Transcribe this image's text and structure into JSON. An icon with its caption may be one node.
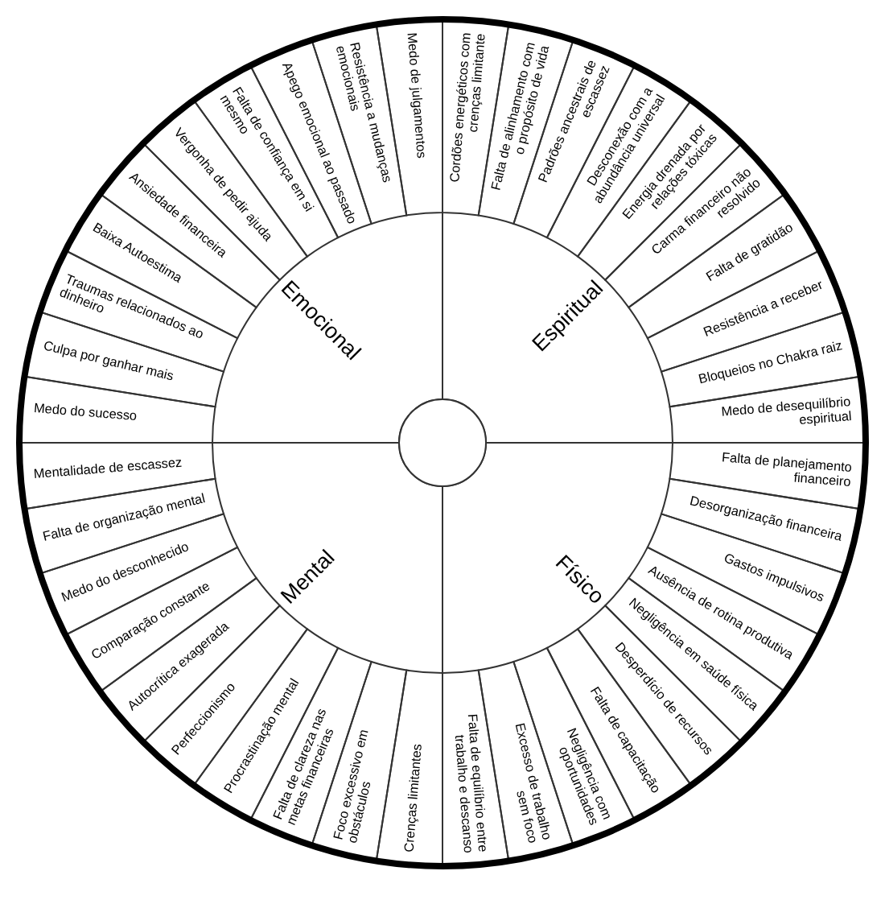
{
  "diagram": {
    "nodes": [
      {
        "text": [
          "Emocional"
        ]
      },
      {
        "text": [
          "Medo do sucesso"
        ],
        "in": 0
      },
      {
        "text": [
          "Culpa por ganhar mais"
        ],
        "in": 0
      },
      {
        "text": [
          "Traumas relacionados ao dinheiro"
        ],
        "in": 0
      },
      {
        "text": [
          "Baixa Autoestima"
        ],
        "in": 0
      },
      {
        "text": [
          "Ansiedade financeira"
        ],
        "in": 0
      },
      {
        "text": [
          "Vergonha de pedir ajuda"
        ],
        "in": 0
      },
      {
        "text": [
          "Falta de confiança em si mesmo"
        ],
        "in": 0
      },
      {
        "text": [
          "Apego emocional ao passado"
        ],
        "in": 0
      },
      {
        "text": [
          "Resistência a mudanças emocionais"
        ],
        "in": 0
      },
      {
        "text": [
          "Medo de julgamentos"
        ],
        "in": 0
      },
      {
        "text": [
          "Espiritual"
        ]
      },
      {
        "text": [
          "Cordões energéticos com crenças limitante"
        ],
        "in": 11
      },
      {
        "text": [
          "Falta de alinhamento com o propósito de vida"
        ],
        "in": 11
      },
      {
        "text": [
          "Padrões ancestrais de escassez"
        ],
        "in": 11
      },
      {
        "text": [
          "Desconexão com a abundância universal"
        ],
        "in": 11
      },
      {
        "text": [
          "Energia drenada por relações tóxicas"
        ],
        "in": 11
      },
      {
        "text": [
          "Carma financeiro não resolvido"
        ],
        "in": 11
      },
      {
        "text": [
          "Falta de gratidão"
        ],
        "in": 11
      },
      {
        "text": [
          "Resistência a receber"
        ],
        "in": 11
      },
      {
        "text": [
          "Bloqueios no Chakra raiz"
        ],
        "in": 11
      },
      {
        "text": [
          "Medo de desequilíbrio espiritual"
        ],
        "in": 11
      },
      {
        "text": [
          "Físico"
        ]
      },
      {
        "text": [
          "Falta de planejamento financeiro"
        ],
        "in": 22
      },
      {
        "text": [
          "Desorganização financeira"
        ],
        "in": 22
      },
      {
        "text": [
          "Gastos impulsivos"
        ],
        "in": 22
      },
      {
        "text": [
          "Ausência de rotina produtiva"
        ],
        "in": 22
      },
      {
        "text": [
          "Negligência em saúde física"
        ],
        "in": 22
      },
      {
        "text": [
          "Desperdício de recursos"
        ],
        "in": 22
      },
      {
        "text": [
          "Falta de capacitação"
        ],
        "in": 22
      },
      {
        "text": [
          "Negligência com oportunidades"
        ],
        "in": 22
      },
      {
        "text": [
          "Excesso de trabalho sem foco"
        ],
        "in": 22
      },
      {
        "text": [
          "Falta de equilíbrio entre trabalho e descanso"
        ],
        "in": 22
      },
      {
        "text": [
          "Mental"
        ]
      },
      {
        "text": [
          "Crenças limitantes"
        ],
        "in": 33
      },
      {
        "text": [
          "Foco excessivo em obstáculos"
        ],
        "in": 33
      },
      {
        "text": [
          "Falta de clareza nas metas financeiras"
        ],
        "in": 33
      },
      {
        "text": [
          "Procrastinação mental"
        ],
        "in": 33
      },
      {
        "text": [
          "Perfeccionismo"
        ],
        "in": 33
      },
      {
        "text": [
          "Autocrítica exagerada"
        ],
        "in": 33
      },
      {
        "text": [
          "Comparação constante"
        ],
        "in": 33
      },
      {
        "text": [
          "Medo do desconhecido"
        ],
        "in": 33
      },
      {
        "text": [
          "Falta de organização mental"
        ],
        "in": 33
      },
      {
        "text": [
          "Mentalidade de escassez"
        ],
        "in": 33
      }
    ]
  }
}
